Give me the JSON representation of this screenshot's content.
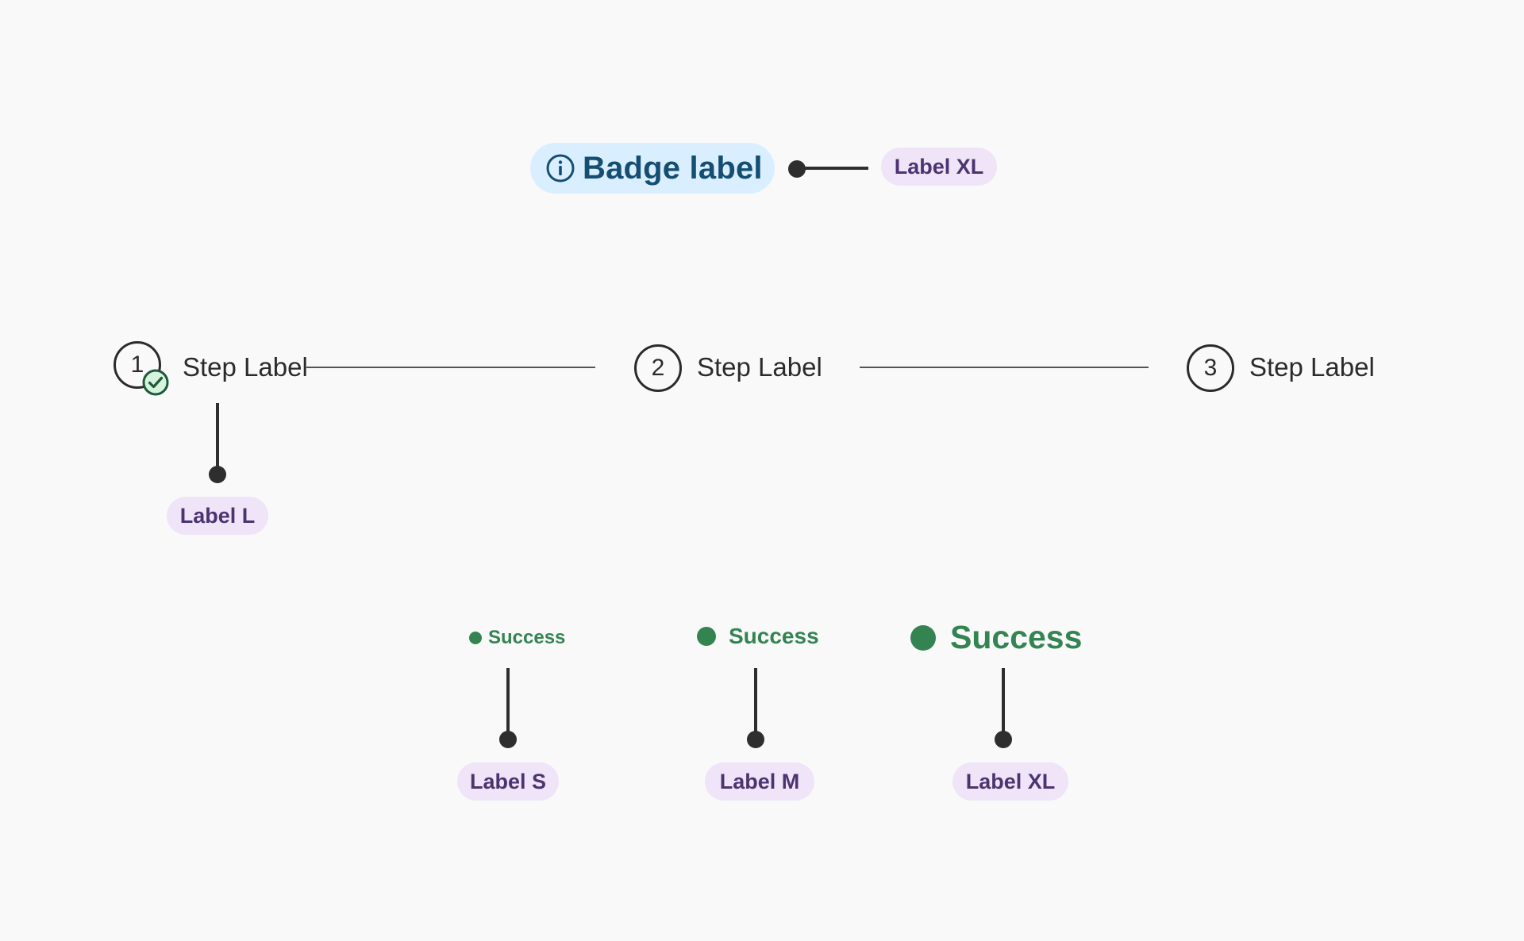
{
  "colors": {
    "background": "#f9f9f9",
    "badge_bg": "#d9efff",
    "badge_fg": "#164e73",
    "pill_bg": "#efe4f8",
    "pill_fg": "#4d3470",
    "connector": "#2e2e2e",
    "step_line": "#555555",
    "success": "#348452",
    "check_bg": "#d6f3df",
    "check_stroke": "#1d5a35"
  },
  "badge": {
    "text": "Badge label",
    "icon": "info-circle-icon",
    "size_label": "Label XL"
  },
  "stepper": {
    "steps": [
      {
        "number": "1",
        "label": "Step Label",
        "state": "completed",
        "status_icon": "check-circle-icon"
      },
      {
        "number": "2",
        "label": "Step Label",
        "state": "default"
      },
      {
        "number": "3",
        "label": "Step Label",
        "state": "default"
      }
    ],
    "size_label": "Label L"
  },
  "statuses": [
    {
      "text": "Success",
      "size_label": "Label S"
    },
    {
      "text": "Success",
      "size_label": "Label M"
    },
    {
      "text": "Success",
      "size_label": "Label XL"
    }
  ]
}
